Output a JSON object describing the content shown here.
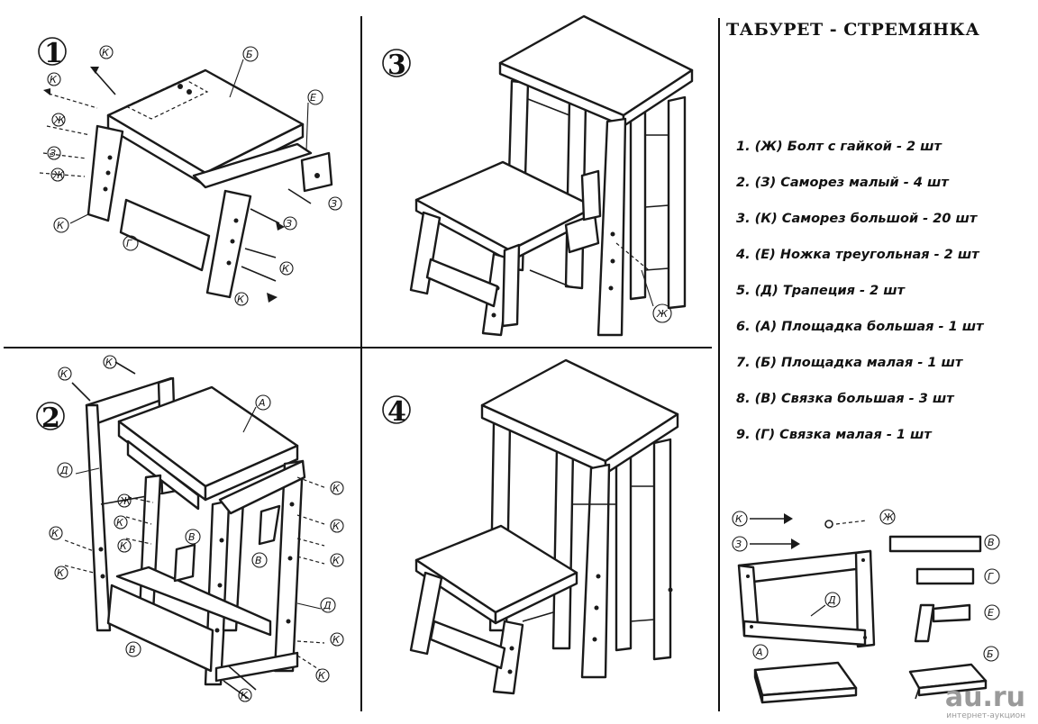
{
  "title": "ТАБУРЕТ - СТРЕМЯНКА",
  "steps": [
    "1",
    "2",
    "3",
    "4"
  ],
  "parts": [
    "1. (Ж) Болт с гайкой - 2 шт",
    "2. (З) Саморез малый - 4 шт",
    "3. (К) Саморез большой - 20 шт",
    "4. (Е) Ножка треугольная - 2 шт",
    "5. (Д) Трапеция - 2 шт",
    "6. (А) Площадка большая - 1 шт",
    "7. (Б) Площадка малая - 1 шт",
    "8. (В) Связка большая - 3 шт",
    "9. (Г) Связка малая - 1 шт"
  ],
  "labels": {
    "a": "А",
    "b": "Б",
    "v": "В",
    "g": "Г",
    "d": "Д",
    "e": "Е",
    "zh": "Ж",
    "z": "З",
    "k": "К"
  },
  "watermark": {
    "brand": "au.ru",
    "tagline": "интернет-аукцион"
  }
}
